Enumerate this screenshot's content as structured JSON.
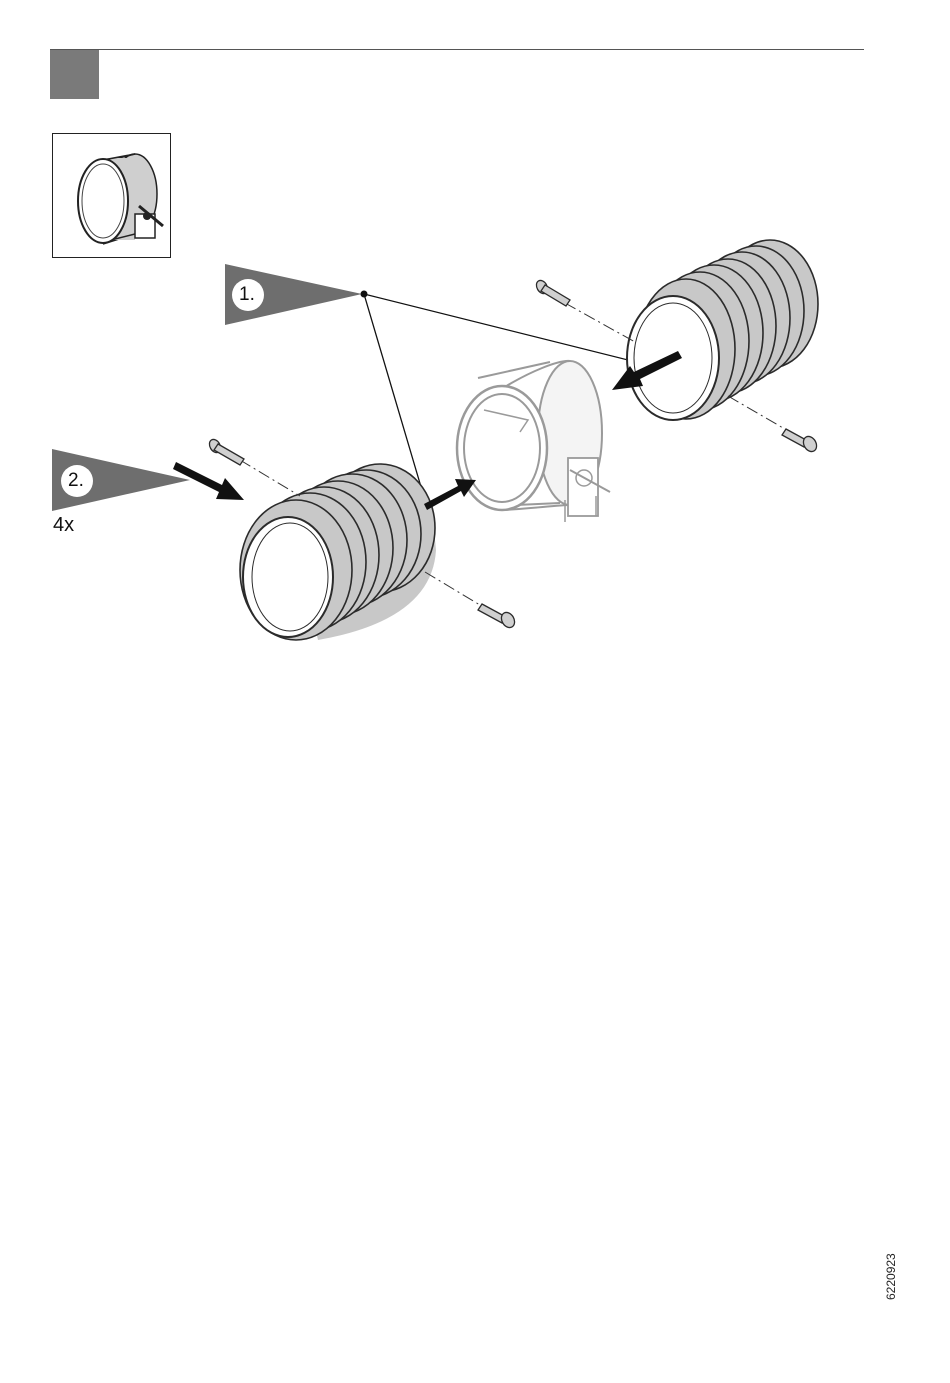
{
  "steps": [
    {
      "label": "1."
    },
    {
      "label": "2."
    }
  ],
  "quantity": "4x",
  "doc_number": "6220923",
  "colors": {
    "callout_gray": "#6e6e6e",
    "duct_fill": "#c8c8c8",
    "duct_stroke": "#2b2b2b",
    "damper_stroke": "#9a9a9a"
  },
  "icons": [
    "damper-thumbnail-icon",
    "flexible-duct-icon",
    "screw-icon",
    "arrow-icon"
  ]
}
